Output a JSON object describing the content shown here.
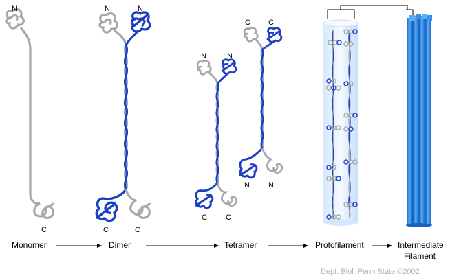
{
  "colors": {
    "blue": "#1a3fc4",
    "gray": "#a8a8a8",
    "cylinder_light": "#eef5ff",
    "filament_blue": "#3a8fe8",
    "filament_dark": "#1463c4",
    "credit": "#b5b5b5"
  },
  "stages": [
    {
      "label": "Monomer"
    },
    {
      "label": "Dimer"
    },
    {
      "label": "Tetramer"
    },
    {
      "label": "Protofilament"
    },
    {
      "label": "Intermediate",
      "label2": "Filament"
    }
  ],
  "terminals": {
    "monomer_top": "N",
    "monomer_bottom": "C",
    "dimer_top_left": "N",
    "dimer_top_right": "N",
    "dimer_bottom_left": "C",
    "dimer_bottom_right": "C",
    "tetA_top_left": "N",
    "tetA_top_right": "N",
    "tetA_bottom_left": "C",
    "tetA_bottom_right": "C",
    "tetB_top_left": "C",
    "tetB_top_right": "C",
    "tetB_bottom_left": "N",
    "tetB_bottom_right": "N"
  },
  "credit": "Dept. Biol. Penn State ©2002"
}
